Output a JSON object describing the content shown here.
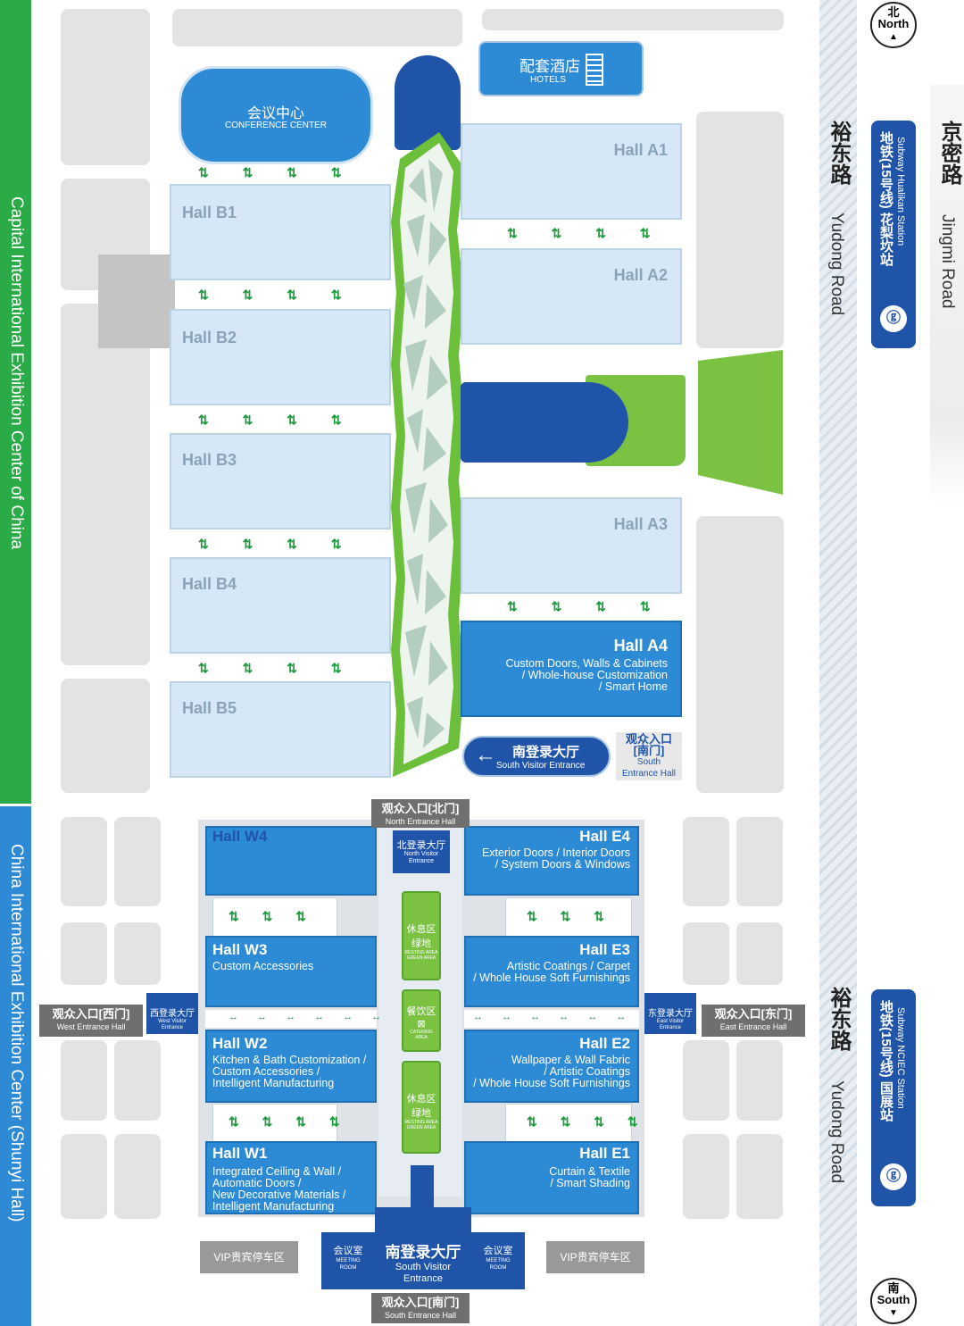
{
  "left_bar_top": "Capital International Exhibition Center of China",
  "left_bar_bottom": "China International Exhibition Center (Shunyi Hall)",
  "compass": {
    "north_cn": "北",
    "north_en": "North",
    "south_cn": "南",
    "south_en": "South"
  },
  "roads": {
    "yudong_cn": "裕东路",
    "yudong_en": "Yudong Road",
    "jingmi_cn": "京密路",
    "jingmi_en": "Jingmi Road"
  },
  "subway_top": {
    "cn": "地铁(15号线) 花梨坎站",
    "en": "Subway Hualikan Station"
  },
  "subway_bottom": {
    "cn": "地铁(15号线) 国展站",
    "en": "Subway NCIEC Station"
  },
  "hotel": {
    "cn": "配套酒店",
    "en": "HOTELS"
  },
  "conference": {
    "cn": "会议中心",
    "en": "CONFERENCE CENTER"
  },
  "top_halls": {
    "a1": "Hall A1",
    "a2": "Hall A2",
    "a3": "Hall A3",
    "a4": {
      "name": "Hall A4",
      "desc": "Custom Doors, Walls & Cabinets\n/ Whole-house Customization\n/ Smart Home"
    },
    "b1": "Hall B1",
    "b2": "Hall B2",
    "b3": "Hall B3",
    "b4": "Hall B4",
    "b5": "Hall B5"
  },
  "south_visitor_top": {
    "cn": "南登录大厅",
    "en": "South Visitor Entrance"
  },
  "south_entrance_top": {
    "cn1": "观众入口",
    "cn2": "[南门]",
    "en1": "South",
    "en2": "Entrance Hall"
  },
  "bottom_halls": {
    "w4": "Hall W4",
    "w3": {
      "name": "Hall W3",
      "desc": "Custom Accessories"
    },
    "w2": {
      "name": "Hall W2",
      "desc": "Kitchen & Bath Customization /\nCustom Accessories /\nIntelligent Manufacturing"
    },
    "w1": {
      "name": "Hall W1",
      "desc": "Integrated Ceiling & Wall /\nAutomatic Doors /\nNew Decorative Materials /\nIntelligent Manufacturing"
    },
    "e4": {
      "name": "Hall E4",
      "desc": "Exterior Doors / Interior Doors\n/ System Doors & Windows"
    },
    "e3": {
      "name": "Hall E3",
      "desc": "Artistic Coatings / Carpet\n/ Whole House Soft Furnishings"
    },
    "e2": {
      "name": "Hall E2",
      "desc": "Wallpaper & Wall Fabric\n/ Artistic Coatings\n/ Whole House Soft Furnishings"
    },
    "e1": {
      "name": "Hall E1",
      "desc": "Curtain & Textile\n/ Smart Shading"
    }
  },
  "north_entrance": {
    "cn": "观众入口[北门]",
    "en": "North Entrance Hall"
  },
  "north_visitor": {
    "cn": "北登录大厅",
    "en1": "North Visitor",
    "en2": "Entrance"
  },
  "rest_area": {
    "cn1": "休息区",
    "cn2": "绿地",
    "en1": "RESTING AREA",
    "en2": "GREEN AREA"
  },
  "catering": {
    "cn": "餐饮区",
    "en": "CATERING AREA"
  },
  "west_entrance": {
    "cn": "观众入口[西门]",
    "en": "West Entrance Hall"
  },
  "west_visitor": {
    "cn": "西登录大厅",
    "en1": "West Visitor",
    "en2": "Entrance"
  },
  "east_entrance": {
    "cn": "观众入口[东门]",
    "en": "East Entrance Hall"
  },
  "east_visitor": {
    "cn": "东登录大厅",
    "en1": "East Visitor",
    "en2": "Entrance"
  },
  "south_visitor_bottom": {
    "cn": "南登录大厅",
    "en1": "South Visitor",
    "en2": "Entrance"
  },
  "meeting_room": {
    "cn": "会议室",
    "en1": "MEETING",
    "en2": "ROOM"
  },
  "vip_parking": "VIP贵宾停车区",
  "south_entrance_bottom": {
    "cn": "观众入口[南门]",
    "en": "South Entrance Hall"
  },
  "arrow_glyph": "⇅",
  "colors": {
    "green_bar": "#2bab48",
    "blue_bar": "#2e8ad4",
    "navy": "#1f54a8",
    "light_hall": "#d6e8f8",
    "mid_blue": "#2d8ad4",
    "green": "#7bc142"
  }
}
